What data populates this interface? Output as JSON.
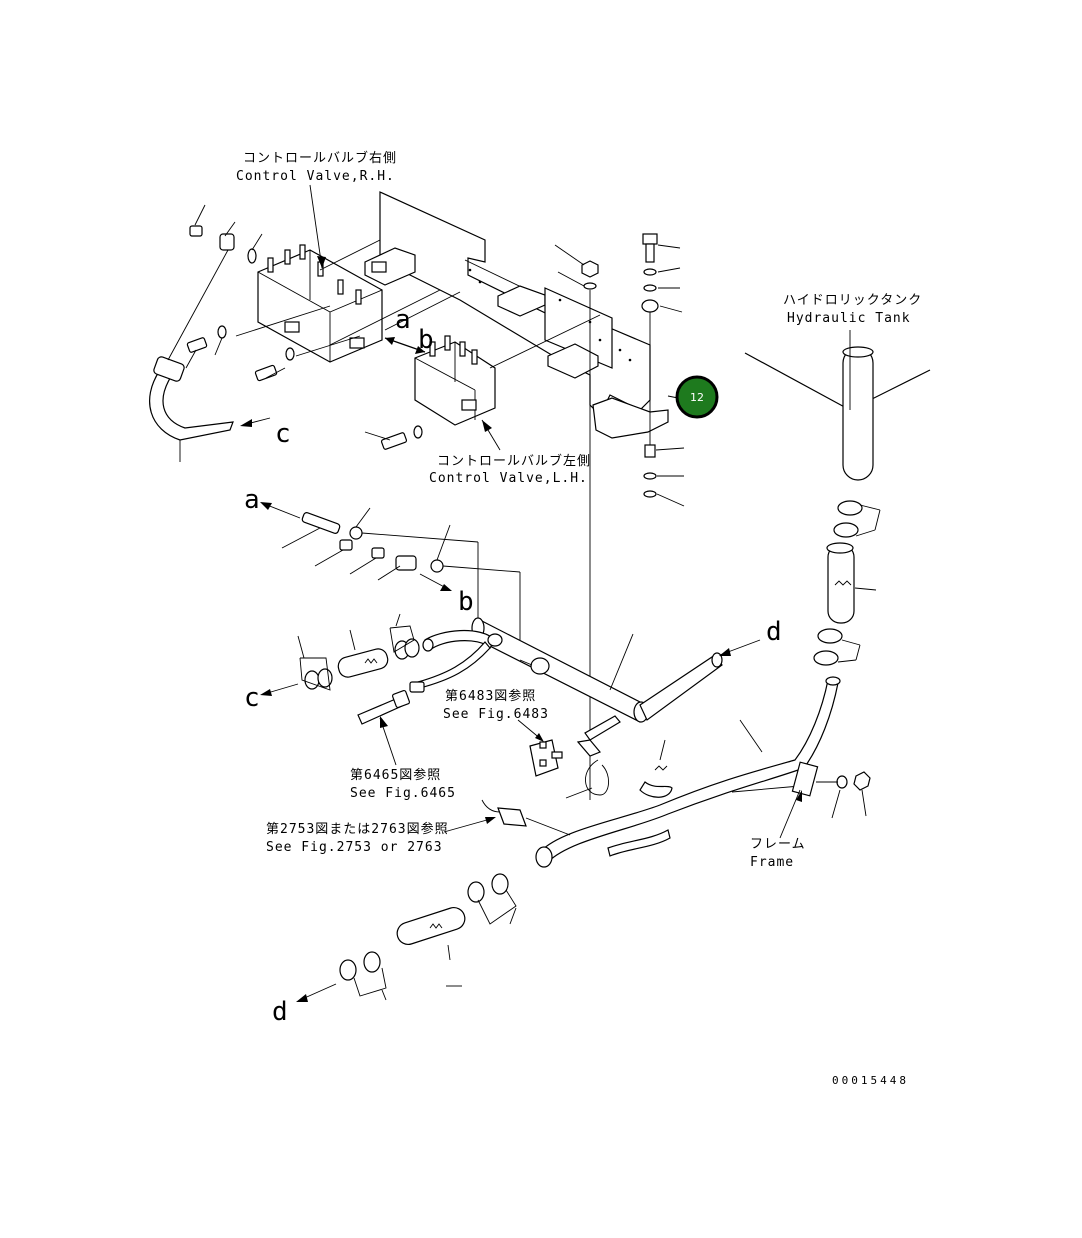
{
  "labels": {
    "cv_rh_jp": "コントロールバルブ右側",
    "cv_rh_en": "Control Valve,R.H.",
    "cv_lh_jp": "コントロールバルブ左側",
    "cv_lh_en": "Control Valve,L.H.",
    "tank_jp": "ハイドロリックタンク",
    "tank_en": "Hydraulic Tank",
    "fig6483_jp": "第6483図参照",
    "fig6483_en": "See Fig.6483",
    "fig6465_jp": "第6465図参照",
    "fig6465_en": "See Fig.6465",
    "fig2753_jp": "第2753図または2763図参照",
    "fig2753_en": "See Fig.2753 or 2763",
    "frame_jp": "フレーム",
    "frame_en": "Frame",
    "drawing_no": "00015448"
  },
  "letters": {
    "a": "a",
    "b": "b",
    "c": "c",
    "d": "d"
  },
  "callout": {
    "number": "12",
    "color": "#1e7a1e"
  }
}
